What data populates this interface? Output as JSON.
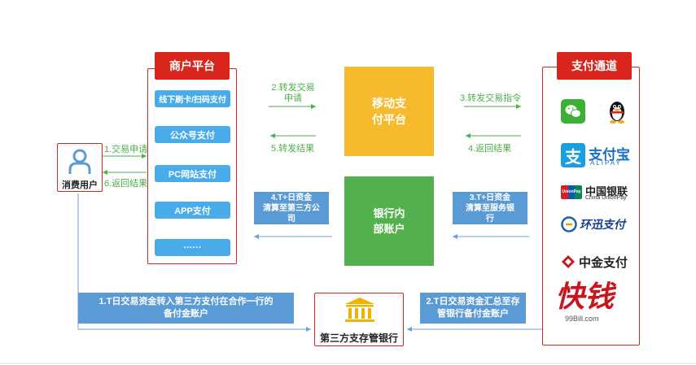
{
  "consumer": {
    "label": "消费用户"
  },
  "merchant": {
    "title": "商户平台",
    "items": [
      "线下刷卡/扫码支付",
      "公众号支付",
      "PC网站支付",
      "APP支付",
      "······"
    ]
  },
  "mobile_platform": {
    "label": "移动支付平台",
    "line1": "移动支",
    "line2": "付平台"
  },
  "bank_internal": {
    "line1": "银行内",
    "line2": "部账户"
  },
  "payment_channel": {
    "title": "支付通道",
    "logos": {
      "alipay_cn": "支付宝",
      "alipay_en": "ALIPAY",
      "unionpay_cn": "中国银联",
      "unionpay_en": "China UnionPay",
      "unionpay_badge": "UnionPay",
      "huanxun": "环迅支付",
      "zhongjin": "中金支付",
      "kuaiqian": "快钱",
      "kuaiqian_url": "99Bill.com"
    }
  },
  "custodian_bank": {
    "label": "第三方支存管银行"
  },
  "arrows": {
    "a1": "1.交易申请",
    "a6": "6.返回结果",
    "a2_line1": "2.转发交易",
    "a2_line2": "申请",
    "a5": "5.转发结果",
    "a3": "3.转发交易指令",
    "a4": "4.返回结果"
  },
  "settlements": {
    "left_line1": "4.T+日资金",
    "left_line2": "清算至第三方公",
    "left_line3": "司",
    "right_line1": "3.T+日资金",
    "right_line2": "清算至服务银",
    "right_line3": "行"
  },
  "bottom": {
    "left_line1": "1.T日交易资金转入第三方支付在合作一行的",
    "left_line2": "备付金账户",
    "right_line1": "2.T日交易资金汇总至存",
    "right_line2": "管银行备付金账户"
  },
  "colors": {
    "red": "#d8261c",
    "blue_button": "#4aabea",
    "steel_blue": "#5b9bd5",
    "yellow": "#f6bb2c",
    "green": "#53b04f",
    "arrow_green": "#4cae4c",
    "arrow_blue": "#6aa2d8"
  }
}
